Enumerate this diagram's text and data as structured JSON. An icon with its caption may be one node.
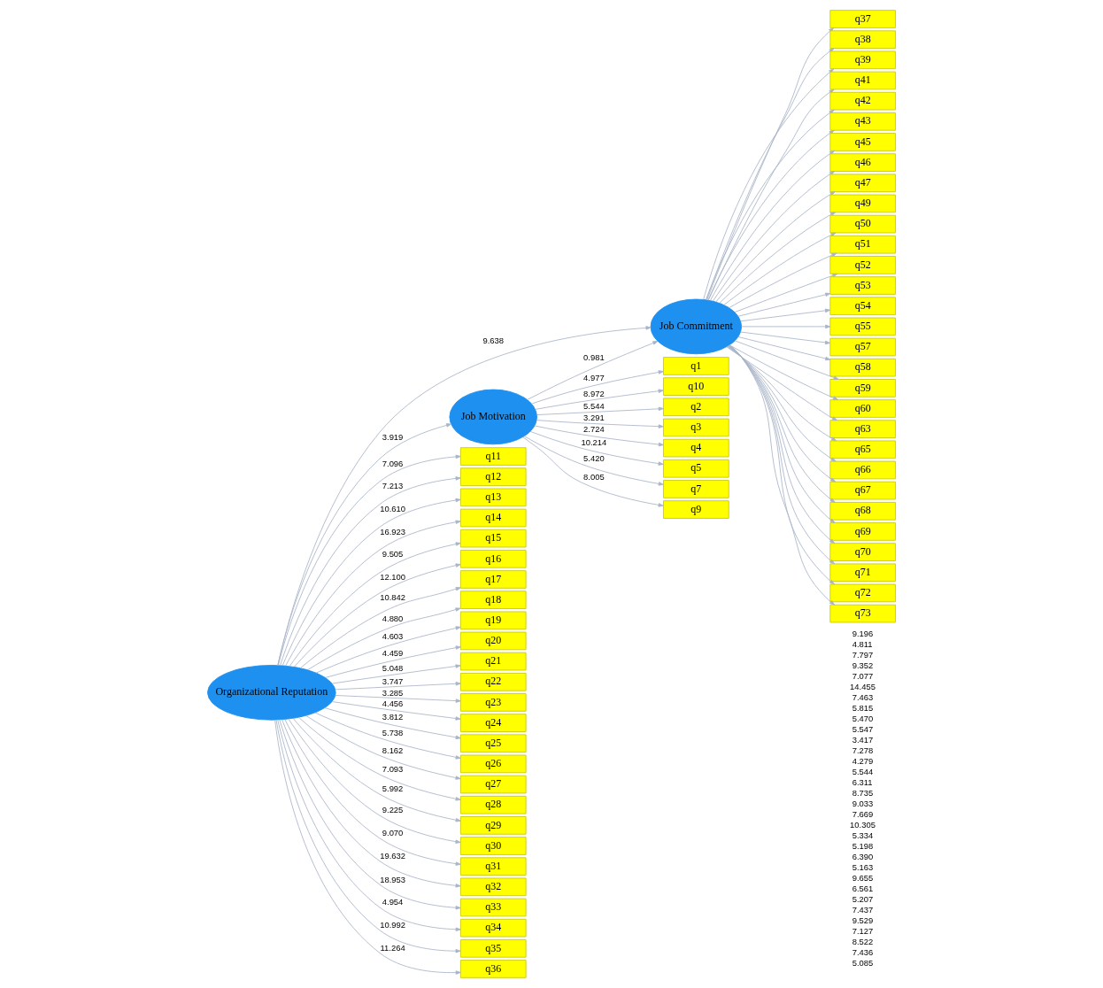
{
  "diagram": {
    "nodes": [
      {
        "text": [
          "Organizational Reputation"
        ]
      },
      {
        "text": [
          "Job Motivation"
        ]
      },
      {
        "text": [
          "Job Commitment"
        ]
      },
      {
        "text": [
          "q11"
        ]
      },
      {
        "text": [
          "q12"
        ]
      },
      {
        "text": [
          "q13"
        ]
      },
      {
        "text": [
          "q14"
        ]
      },
      {
        "text": [
          "q15"
        ]
      },
      {
        "text": [
          "q16"
        ]
      },
      {
        "text": [
          "q17"
        ]
      },
      {
        "text": [
          "q18"
        ]
      },
      {
        "text": [
          "q19"
        ]
      },
      {
        "text": [
          "q20"
        ]
      },
      {
        "text": [
          "q21"
        ]
      },
      {
        "text": [
          "q22"
        ]
      },
      {
        "text": [
          "q23"
        ]
      },
      {
        "text": [
          "q24"
        ]
      },
      {
        "text": [
          "q25"
        ]
      },
      {
        "text": [
          "q26"
        ]
      },
      {
        "text": [
          "q27"
        ]
      },
      {
        "text": [
          "q28"
        ]
      },
      {
        "text": [
          "q29"
        ]
      },
      {
        "text": [
          "q30"
        ]
      },
      {
        "text": [
          "q31"
        ]
      },
      {
        "text": [
          "q32"
        ]
      },
      {
        "text": [
          "q33"
        ]
      },
      {
        "text": [
          "q34"
        ]
      },
      {
        "text": [
          "q35"
        ]
      },
      {
        "text": [
          "q36"
        ]
      },
      {
        "text": [
          "q1"
        ]
      },
      {
        "text": [
          "q10"
        ]
      },
      {
        "text": [
          "q2"
        ]
      },
      {
        "text": [
          "q3"
        ]
      },
      {
        "text": [
          "q4"
        ]
      },
      {
        "text": [
          "q5"
        ]
      },
      {
        "text": [
          "q7"
        ]
      },
      {
        "text": [
          "q9"
        ]
      },
      {
        "text": [
          "q37"
        ]
      },
      {
        "text": [
          "q38"
        ]
      },
      {
        "text": [
          "q39"
        ]
      },
      {
        "text": [
          "q41"
        ]
      },
      {
        "text": [
          "q42"
        ]
      },
      {
        "text": [
          "q43"
        ]
      },
      {
        "text": [
          "q45"
        ]
      },
      {
        "text": [
          "q46"
        ]
      },
      {
        "text": [
          "q47"
        ]
      },
      {
        "text": [
          "q49"
        ]
      },
      {
        "text": [
          "q50"
        ]
      },
      {
        "text": [
          "q51"
        ]
      },
      {
        "text": [
          "q52"
        ]
      },
      {
        "text": [
          "q53"
        ]
      },
      {
        "text": [
          "q54"
        ]
      },
      {
        "text": [
          "q55"
        ]
      },
      {
        "text": [
          "q57"
        ]
      },
      {
        "text": [
          "q58"
        ]
      },
      {
        "text": [
          "q59"
        ]
      },
      {
        "text": [
          "q60"
        ]
      },
      {
        "text": [
          "q63"
        ]
      },
      {
        "text": [
          "q65"
        ]
      },
      {
        "text": [
          "q66"
        ]
      },
      {
        "text": [
          "q67"
        ]
      },
      {
        "text": [
          "q68"
        ]
      },
      {
        "text": [
          "q69"
        ]
      },
      {
        "text": [
          "q70"
        ]
      },
      {
        "text": [
          "q71"
        ]
      },
      {
        "text": [
          "q72"
        ]
      },
      {
        "text": [
          "q73"
        ]
      }
    ],
    "edges": [
      {
        "from": 0,
        "to": 1,
        "arrow": "to",
        "label": "3.919"
      },
      {
        "from": 0,
        "to": 2,
        "arrow": "to",
        "label": "9.638"
      },
      {
        "from": 1,
        "to": 2,
        "arrow": "to",
        "label": "0.981"
      },
      {
        "from": 0,
        "to": 3,
        "arrow": "to",
        "label": "7.096"
      },
      {
        "from": 0,
        "to": 4,
        "arrow": "to",
        "label": "7.213"
      },
      {
        "from": 0,
        "to": 5,
        "arrow": "to",
        "label": "10.610"
      },
      {
        "from": 0,
        "to": 6,
        "arrow": "to",
        "label": "16.923"
      },
      {
        "from": 0,
        "to": 7,
        "arrow": "to",
        "label": "9.505"
      },
      {
        "from": 0,
        "to": 8,
        "arrow": "to",
        "label": "12.100"
      },
      {
        "from": 0,
        "to": 9,
        "arrow": "to",
        "label": "10.842"
      },
      {
        "from": 0,
        "to": 10,
        "arrow": "to",
        "label": "4.880"
      },
      {
        "from": 0,
        "to": 11,
        "arrow": "to",
        "label": "4.603"
      },
      {
        "from": 0,
        "to": 12,
        "arrow": "to",
        "label": "4.459"
      },
      {
        "from": 0,
        "to": 13,
        "arrow": "to",
        "label": "5.048"
      },
      {
        "from": 0,
        "to": 14,
        "arrow": "to",
        "label": "3.747"
      },
      {
        "from": 0,
        "to": 15,
        "arrow": "to",
        "label": "3.285"
      },
      {
        "from": 0,
        "to": 16,
        "arrow": "to",
        "label": "4.456"
      },
      {
        "from": 0,
        "to": 17,
        "arrow": "to",
        "label": "3.812"
      },
      {
        "from": 0,
        "to": 18,
        "arrow": "to",
        "label": "5.738"
      },
      {
        "from": 0,
        "to": 19,
        "arrow": "to",
        "label": "8.162"
      },
      {
        "from": 0,
        "to": 20,
        "arrow": "to",
        "label": "7.093"
      },
      {
        "from": 0,
        "to": 21,
        "arrow": "to",
        "label": "5.992"
      },
      {
        "from": 0,
        "to": 22,
        "arrow": "to",
        "label": "9.225"
      },
      {
        "from": 0,
        "to": 23,
        "arrow": "to",
        "label": "9.070"
      },
      {
        "from": 0,
        "to": 24,
        "arrow": "to",
        "label": "19.632"
      },
      {
        "from": 0,
        "to": 25,
        "arrow": "to",
        "label": "18.953"
      },
      {
        "from": 0,
        "to": 26,
        "arrow": "to",
        "label": "4.954"
      },
      {
        "from": 0,
        "to": 27,
        "arrow": "to",
        "label": "10.992"
      },
      {
        "from": 0,
        "to": 28,
        "arrow": "to",
        "label": "11.264"
      },
      {
        "from": 1,
        "to": 29,
        "arrow": "to",
        "label": "4.977"
      },
      {
        "from": 1,
        "to": 30,
        "arrow": "to",
        "label": "8.972"
      },
      {
        "from": 1,
        "to": 31,
        "arrow": "to",
        "label": "5.544"
      },
      {
        "from": 1,
        "to": 32,
        "arrow": "to",
        "label": "3.291"
      },
      {
        "from": 1,
        "to": 33,
        "arrow": "to",
        "label": "2.724"
      },
      {
        "from": 1,
        "to": 34,
        "arrow": "to",
        "label": "10.214"
      },
      {
        "from": 1,
        "to": 35,
        "arrow": "to",
        "label": "5.420"
      },
      {
        "from": 1,
        "to": 36,
        "arrow": "to",
        "label": "8.005"
      },
      {
        "from": 2,
        "to": 37,
        "arrow": "to"
      },
      {
        "from": 2,
        "to": 38,
        "arrow": "to"
      },
      {
        "from": 2,
        "to": 39,
        "arrow": "to"
      },
      {
        "from": 2,
        "to": 40,
        "arrow": "to"
      },
      {
        "from": 2,
        "to": 41,
        "arrow": "to"
      },
      {
        "from": 2,
        "to": 42,
        "arrow": "to"
      },
      {
        "from": 2,
        "to": 43,
        "arrow": "to"
      },
      {
        "from": 2,
        "to": 44,
        "arrow": "to"
      },
      {
        "from": 2,
        "to": 45,
        "arrow": "to"
      },
      {
        "from": 2,
        "to": 46,
        "arrow": "to"
      },
      {
        "from": 2,
        "to": 47,
        "arrow": "to"
      },
      {
        "from": 2,
        "to": 48,
        "arrow": "to"
      },
      {
        "from": 2,
        "to": 49,
        "arrow": "to"
      },
      {
        "from": 2,
        "to": 50,
        "arrow": "to"
      },
      {
        "from": 2,
        "to": 51,
        "arrow": "to"
      },
      {
        "from": 2,
        "to": 52,
        "arrow": "to"
      },
      {
        "from": 2,
        "to": 53,
        "arrow": "to"
      },
      {
        "from": 2,
        "to": 54,
        "arrow": "to"
      },
      {
        "from": 2,
        "to": 55,
        "arrow": "to"
      },
      {
        "from": 2,
        "to": 56,
        "arrow": "to"
      },
      {
        "from": 2,
        "to": 57,
        "arrow": "to"
      },
      {
        "from": 2,
        "to": 58,
        "arrow": "to"
      },
      {
        "from": 2,
        "to": 59,
        "arrow": "to"
      },
      {
        "from": 2,
        "to": 60,
        "arrow": "to"
      },
      {
        "from": 2,
        "to": 61,
        "arrow": "to"
      },
      {
        "from": 2,
        "to": 62,
        "arrow": "to"
      },
      {
        "from": 2,
        "to": 63,
        "arrow": "to"
      },
      {
        "from": 2,
        "to": 64,
        "arrow": "to"
      },
      {
        "from": 2,
        "to": 65,
        "arrow": "to"
      },
      {
        "from": 2,
        "to": 66,
        "arrow": "to"
      }
    ],
    "labels": [
      "9.196",
      "4.811",
      "7.797",
      "9.352",
      "7.077",
      "14.455",
      "7.463",
      "5.815",
      "5.470",
      "5.547",
      "3.417",
      "7.278",
      "4.279",
      "5.544",
      "6.311",
      "8.735",
      "9.033",
      "7.669",
      "10.305",
      "5.334",
      "5.198",
      "6.390",
      "5.163",
      "9.655",
      "6.561",
      "5.207",
      "7.437",
      "9.529",
      "7.127",
      "8.522",
      "7.436",
      "5.085"
    ]
  }
}
